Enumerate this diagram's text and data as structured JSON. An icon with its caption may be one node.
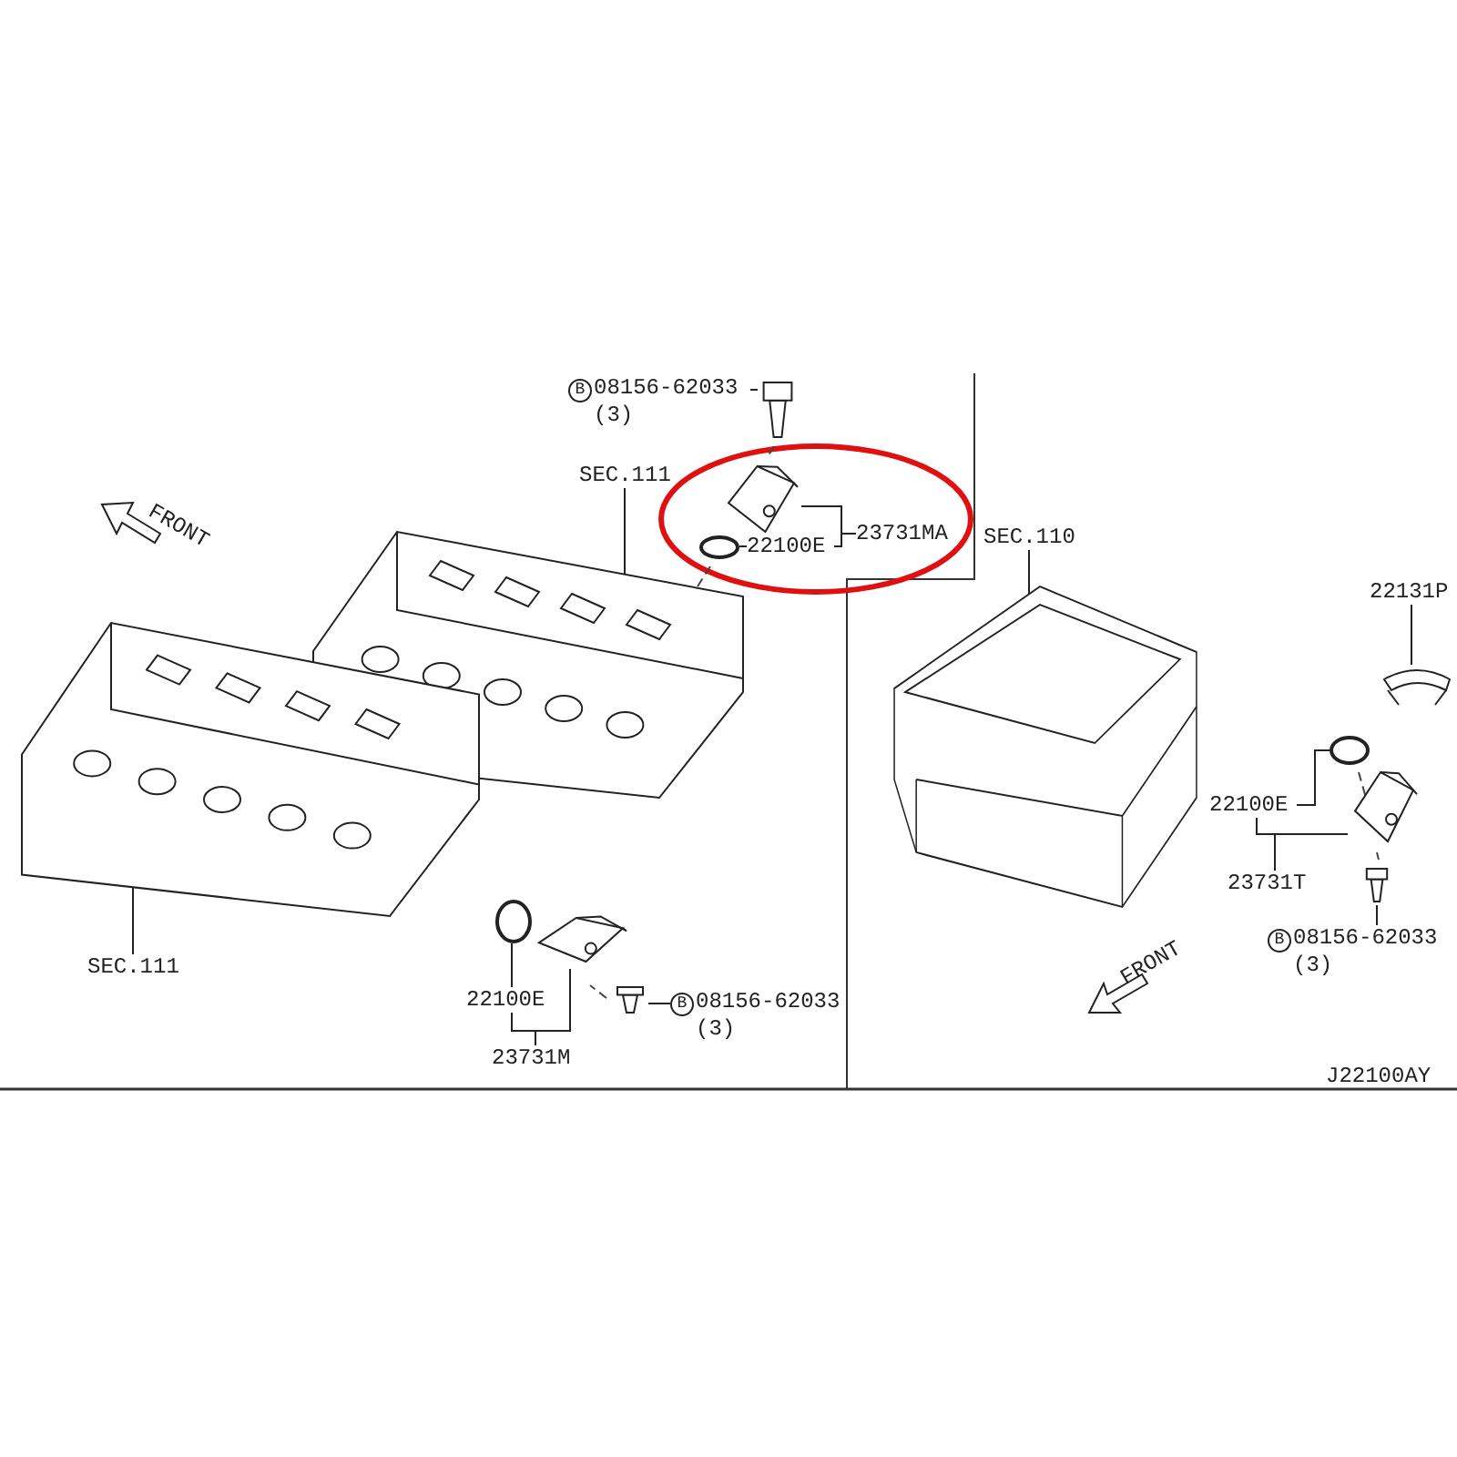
{
  "diagram": {
    "nodes": [
      {
        "text": [
          "B",
          "08156-62033",
          "(3)"
        ]
      },
      {
        "text": [],
        "shape": "picture"
      },
      {
        "text": [
          "SEC.111"
        ]
      },
      {
        "text": [],
        "shape": "picture"
      },
      {
        "text": [
          "23731MA"
        ]
      },
      {
        "text": [],
        "shape": "picture"
      },
      {
        "text": [
          "22100E"
        ]
      },
      {
        "text": [],
        "shape": "circle"
      },
      {
        "text": [
          "SEC.111"
        ]
      },
      {
        "text": [],
        "shape": "picture"
      },
      {
        "text": [
          "22100E"
        ]
      },
      {
        "text": [],
        "shape": "circle"
      },
      {
        "text": [
          "23731M"
        ]
      },
      {
        "text": [],
        "shape": "picture"
      },
      {
        "text": [
          "B",
          "08156-62033",
          "(3)"
        ]
      },
      {
        "text": [],
        "shape": "picture"
      },
      {
        "text": [
          "SEC.110"
        ]
      },
      {
        "text": [],
        "shape": "picture"
      },
      {
        "text": [
          "22131P"
        ]
      },
      {
        "text": [],
        "shape": "picture"
      },
      {
        "text": [
          "22100E"
        ]
      },
      {
        "text": [],
        "shape": "circle"
      },
      {
        "text": [
          "23731T"
        ]
      },
      {
        "text": [],
        "shape": "picture"
      },
      {
        "text": [
          "B",
          "08156-62033",
          "(3)"
        ]
      },
      {
        "text": [],
        "shape": "picture"
      }
    ],
    "edges": [
      {
        "from": 0,
        "to": 1,
        "arrow": "none"
      },
      {
        "from": 2,
        "to": 3,
        "arrow": "none"
      },
      {
        "from": 4,
        "to": 5,
        "arrow": "none"
      },
      {
        "from": 4,
        "to": 6,
        "arrow": "none"
      },
      {
        "from": 6,
        "to": 7,
        "arrow": "none"
      },
      {
        "from": 8,
        "to": 9,
        "arrow": "none"
      },
      {
        "from": 10,
        "to": 11,
        "arrow": "none"
      },
      {
        "from": 12,
        "to": 13,
        "arrow": "none"
      },
      {
        "from": 12,
        "to": 10,
        "arrow": "none"
      },
      {
        "from": 14,
        "to": 15,
        "arrow": "none"
      },
      {
        "from": 16,
        "to": 17,
        "arrow": "none"
      },
      {
        "from": 18,
        "to": 19,
        "arrow": "none"
      },
      {
        "from": 20,
        "to": 21,
        "arrow": "none"
      },
      {
        "from": 22,
        "to": 23,
        "arrow": "none"
      },
      {
        "from": 22,
        "to": 20,
        "arrow": "none"
      },
      {
        "from": 24,
        "to": 25,
        "arrow": "none"
      }
    ],
    "labels": [
      "FRONT",
      "FRONT",
      "J22100AY"
    ]
  }
}
